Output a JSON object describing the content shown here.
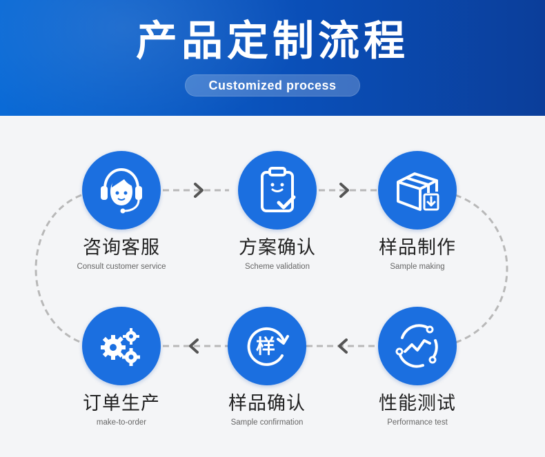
{
  "header": {
    "title": "产品定制流程",
    "subtitle": "Customized process"
  },
  "colors": {
    "header_gradient_start": "#0a6ad6",
    "header_gradient_end": "#0b3e9a",
    "circle": "#1b6fe0",
    "dash": "#b8b8b8",
    "arrow": "#555555",
    "background": "#f4f5f7"
  },
  "steps": [
    {
      "cn": "咨询客服",
      "en": "Consult customer service",
      "icon": "customer-service-headset-icon"
    },
    {
      "cn": "方案确认",
      "en": "Scheme validation",
      "icon": "clipboard-check-icon"
    },
    {
      "cn": "样品制作",
      "en": "Sample making",
      "icon": "package-box-icon"
    },
    {
      "cn": "性能测试",
      "en": "Performance test",
      "icon": "test-graph-cycle-icon"
    },
    {
      "cn": "样品确认",
      "en": "Sample confirmation",
      "icon": "sample-refresh-icon",
      "glyph": "样"
    },
    {
      "cn": "订单生产",
      "en": "make-to-order",
      "icon": "gears-production-icon"
    }
  ]
}
